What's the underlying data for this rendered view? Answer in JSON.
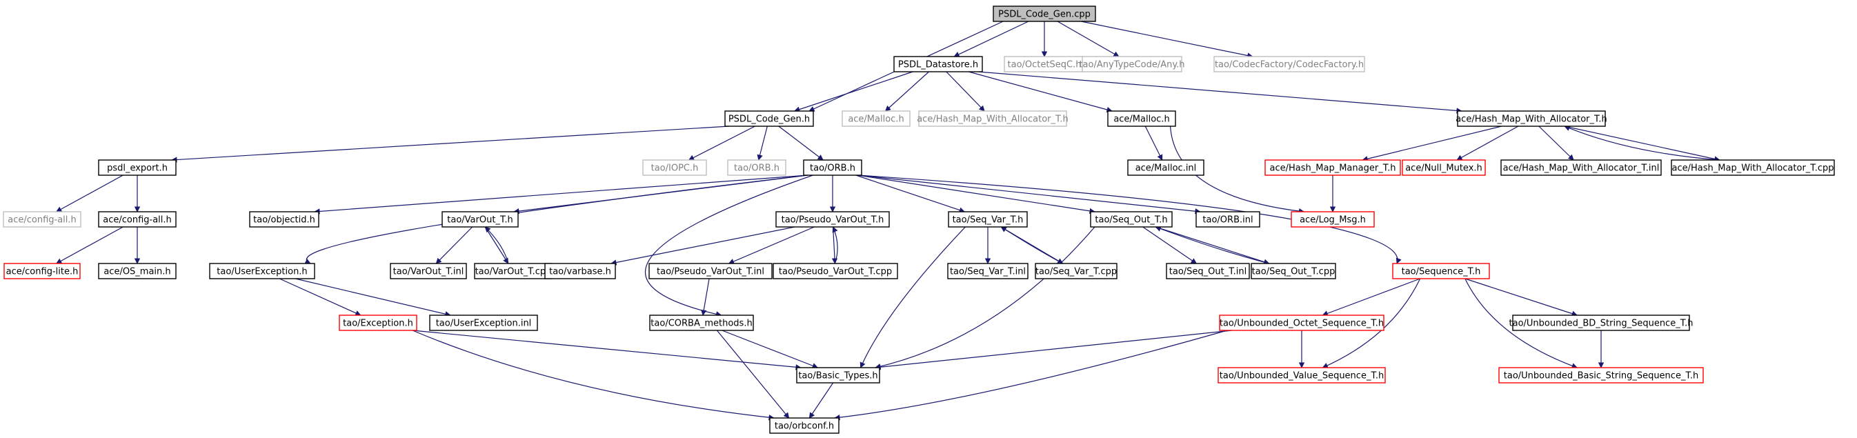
{
  "title": "PSDL_Code_Gen.cpp",
  "colors": {
    "edge": "#191970",
    "border_normal": "#000000",
    "border_truncated": "#ff0000",
    "border_external": "#bfbfbf",
    "root_fill": "#bfbfbf",
    "text_normal": "#000000",
    "text_external": "#808080"
  },
  "nodes": {
    "root": "PSDL_Code_Gen.cpp",
    "psdl_datastore_h": "PSDL_Datastore.h",
    "tao_octetseqc_h": "tao/OctetSeqC.h",
    "tao_anytypecode_any_h": "tao/AnyTypeCode/Any.h",
    "tao_codecfactory_h": "tao/CodecFactory/CodecFactory.h",
    "psdl_code_gen_h": "PSDL_Code_Gen.h",
    "ace_malloc_h_ext": "ace/Malloc.h",
    "ace_hash_map_alloc_h_ext": "ace/Hash_Map_With_Allocator_T.h",
    "ace_malloc_h": "ace/Malloc.h",
    "ace_hash_map_alloc_h": "ace/Hash_Map_With_Allocator_T.h",
    "psdl_export_h": "psdl_export.h",
    "tao_iiopc_h": "tao/IOPC.h",
    "tao_orb_h_ext": "tao/ORB.h",
    "tao_orb_h": "tao/ORB.h",
    "ace_malloc_inl": "ace/Malloc.inl",
    "ace_hash_map_manager_t_h": "ace/Hash_Map_Manager_T.h",
    "ace_null_mutex_h": "ace/Null_Mutex.h",
    "ace_hash_map_alloc_inl": "ace/Hash_Map_With_Allocator_T.inl",
    "ace_hash_map_alloc_cpp": "ace/Hash_Map_With_Allocator_T.cpp",
    "ace_config_all_h_ext": "ace/config-all.h",
    "ace_config_all_h": "ace/config-all.h",
    "tao_objectid_h": "tao/objectid.h",
    "tao_varout_t_h": "tao/VarOut_T.h",
    "tao_pseudo_varout_t_h": "tao/Pseudo_VarOut_T.h",
    "tao_seq_var_t_h": "tao/Seq_Var_T.h",
    "tao_seq_out_t_h": "tao/Seq_Out_T.h",
    "tao_orb_inl": "tao/ORB.inl",
    "ace_log_msg_h": "ace/Log_Msg.h",
    "ace_config_lite_h": "ace/config-lite.h",
    "ace_os_main_h": "ace/OS_main.h",
    "tao_userexception_h": "tao/UserException.h",
    "tao_varout_t_inl": "tao/VarOut_T.inl",
    "tao_varout_t_cpp": "tao/VarOut_T.cpp",
    "tao_varbase_h": "tao/varbase.h",
    "tao_pseudo_varout_t_inl": "tao/Pseudo_VarOut_T.inl",
    "tao_pseudo_varout_t_cpp": "tao/Pseudo_VarOut_T.cpp",
    "tao_seq_var_t_inl": "tao/Seq_Var_T.inl",
    "tao_seq_var_t_cpp": "tao/Seq_Var_T.cpp",
    "tao_seq_out_t_inl": "tao/Seq_Out_T.inl",
    "tao_seq_out_t_cpp": "tao/Seq_Out_T.cpp",
    "tao_sequence_t_h": "tao/Sequence_T.h",
    "tao_exception_h": "tao/Exception.h",
    "tao_userexception_inl": "tao/UserException.inl",
    "tao_corba_methods_h": "tao/CORBA_methods.h",
    "tao_unbounded_octet_seq_h": "tao/Unbounded_Octet_Sequence_T.h",
    "tao_unbounded_bd_string_seq_h": "tao/Unbounded_BD_String_Sequence_T.h",
    "tao_basic_types_h": "tao/Basic_Types.h",
    "tao_unbounded_value_seq_h": "tao/Unbounded_Value_Sequence_T.h",
    "tao_unbounded_basic_string_seq_h": "tao/Unbounded_Basic_String_Sequence_T.h",
    "tao_orbconf_h": "tao/orbconf.h"
  }
}
